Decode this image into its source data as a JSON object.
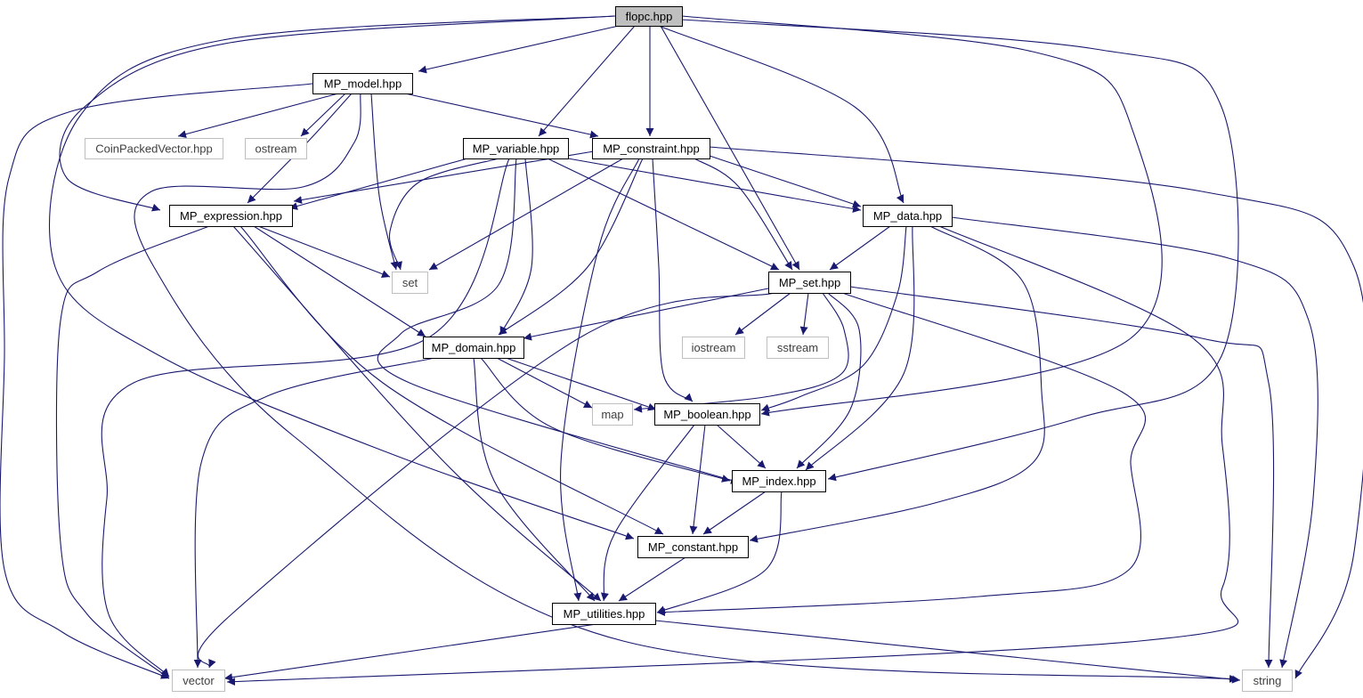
{
  "graph": {
    "colors": {
      "edge": "#191970",
      "root_fill": "#bfbfbf",
      "node_border": "#000000",
      "external_border": "#bfbfbf",
      "external_text": "#404040",
      "text": "#000000"
    },
    "nodes": [
      {
        "id": "flopc",
        "label": "flopc.hpp",
        "kind": "root"
      },
      {
        "id": "mp_model",
        "label": "MP_model.hpp",
        "kind": "internal"
      },
      {
        "id": "coinpackedvector",
        "label": "CoinPackedVector.hpp",
        "kind": "external"
      },
      {
        "id": "ostream",
        "label": "ostream",
        "kind": "external"
      },
      {
        "id": "mp_variable",
        "label": "MP_variable.hpp",
        "kind": "internal"
      },
      {
        "id": "mp_constraint",
        "label": "MP_constraint.hpp",
        "kind": "internal"
      },
      {
        "id": "mp_expression",
        "label": "MP_expression.hpp",
        "kind": "internal"
      },
      {
        "id": "mp_data",
        "label": "MP_data.hpp",
        "kind": "internal"
      },
      {
        "id": "set",
        "label": "set",
        "kind": "external"
      },
      {
        "id": "mp_set",
        "label": "MP_set.hpp",
        "kind": "internal"
      },
      {
        "id": "mp_domain",
        "label": "MP_domain.hpp",
        "kind": "internal"
      },
      {
        "id": "iostream",
        "label": "iostream",
        "kind": "external"
      },
      {
        "id": "sstream",
        "label": "sstream",
        "kind": "external"
      },
      {
        "id": "map",
        "label": "map",
        "kind": "external"
      },
      {
        "id": "mp_boolean",
        "label": "MP_boolean.hpp",
        "kind": "internal"
      },
      {
        "id": "mp_index",
        "label": "MP_index.hpp",
        "kind": "internal"
      },
      {
        "id": "mp_constant",
        "label": "MP_constant.hpp",
        "kind": "internal"
      },
      {
        "id": "mp_utilities",
        "label": "MP_utilities.hpp",
        "kind": "internal"
      },
      {
        "id": "vector",
        "label": "vector",
        "kind": "external"
      },
      {
        "id": "string",
        "label": "string",
        "kind": "external"
      }
    ],
    "edges": [
      {
        "from": "flopc",
        "to": "mp_model"
      },
      {
        "from": "flopc",
        "to": "mp_variable"
      },
      {
        "from": "flopc",
        "to": "mp_constraint"
      },
      {
        "from": "flopc",
        "to": "mp_expression"
      },
      {
        "from": "flopc",
        "to": "mp_data"
      },
      {
        "from": "flopc",
        "to": "mp_set"
      },
      {
        "from": "flopc",
        "to": "mp_boolean"
      },
      {
        "from": "flopc",
        "to": "mp_index"
      },
      {
        "from": "flopc",
        "to": "mp_constant"
      },
      {
        "from": "mp_model",
        "to": "coinpackedvector"
      },
      {
        "from": "mp_model",
        "to": "ostream"
      },
      {
        "from": "mp_model",
        "to": "mp_constraint"
      },
      {
        "from": "mp_model",
        "to": "mp_expression"
      },
      {
        "from": "mp_model",
        "to": "set"
      },
      {
        "from": "mp_model",
        "to": "vector"
      },
      {
        "from": "mp_model",
        "to": "string"
      },
      {
        "from": "mp_variable",
        "to": "mp_expression"
      },
      {
        "from": "mp_variable",
        "to": "mp_data"
      },
      {
        "from": "mp_variable",
        "to": "set"
      },
      {
        "from": "mp_variable",
        "to": "mp_set"
      },
      {
        "from": "mp_variable",
        "to": "mp_domain"
      },
      {
        "from": "mp_variable",
        "to": "mp_index"
      },
      {
        "from": "mp_variable",
        "to": "vector"
      },
      {
        "from": "mp_constraint",
        "to": "mp_expression"
      },
      {
        "from": "mp_constraint",
        "to": "mp_data"
      },
      {
        "from": "mp_constraint",
        "to": "set"
      },
      {
        "from": "mp_constraint",
        "to": "mp_set"
      },
      {
        "from": "mp_constraint",
        "to": "mp_domain"
      },
      {
        "from": "mp_constraint",
        "to": "mp_boolean"
      },
      {
        "from": "mp_constraint",
        "to": "mp_utilities"
      },
      {
        "from": "mp_constraint",
        "to": "string"
      },
      {
        "from": "mp_expression",
        "to": "set"
      },
      {
        "from": "mp_expression",
        "to": "mp_domain"
      },
      {
        "from": "mp_expression",
        "to": "mp_constant"
      },
      {
        "from": "mp_expression",
        "to": "mp_utilities"
      },
      {
        "from": "mp_expression",
        "to": "vector"
      },
      {
        "from": "mp_data",
        "to": "mp_set"
      },
      {
        "from": "mp_data",
        "to": "mp_boolean"
      },
      {
        "from": "mp_data",
        "to": "mp_index"
      },
      {
        "from": "mp_data",
        "to": "mp_constant"
      },
      {
        "from": "mp_data",
        "to": "vector"
      },
      {
        "from": "mp_data",
        "to": "string"
      },
      {
        "from": "mp_set",
        "to": "mp_domain"
      },
      {
        "from": "mp_set",
        "to": "iostream"
      },
      {
        "from": "mp_set",
        "to": "sstream"
      },
      {
        "from": "mp_set",
        "to": "map"
      },
      {
        "from": "mp_set",
        "to": "mp_index"
      },
      {
        "from": "mp_set",
        "to": "mp_utilities"
      },
      {
        "from": "mp_set",
        "to": "vector"
      },
      {
        "from": "mp_set",
        "to": "string"
      },
      {
        "from": "mp_domain",
        "to": "map"
      },
      {
        "from": "mp_domain",
        "to": "mp_boolean"
      },
      {
        "from": "mp_domain",
        "to": "mp_index"
      },
      {
        "from": "mp_domain",
        "to": "mp_utilities"
      },
      {
        "from": "mp_domain",
        "to": "vector"
      },
      {
        "from": "mp_boolean",
        "to": "mp_index"
      },
      {
        "from": "mp_boolean",
        "to": "mp_constant"
      },
      {
        "from": "mp_boolean",
        "to": "mp_utilities"
      },
      {
        "from": "mp_index",
        "to": "mp_constant"
      },
      {
        "from": "mp_index",
        "to": "mp_utilities"
      },
      {
        "from": "mp_constant",
        "to": "mp_utilities"
      },
      {
        "from": "mp_utilities",
        "to": "vector"
      },
      {
        "from": "mp_utilities",
        "to": "string"
      }
    ]
  }
}
